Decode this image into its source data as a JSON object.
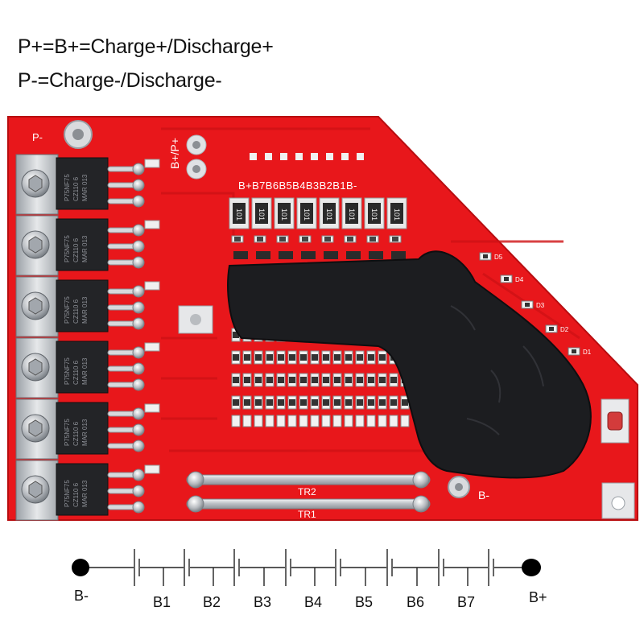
{
  "header": {
    "line1": "P+=B+=Charge+/Discharge+",
    "line2": "P-=Charge-/Discharge-"
  },
  "board": {
    "label_p_minus": "P-",
    "label_b_plus_p_plus": "B+/P+",
    "cell_header": "B+B7B6B5B4B3B2B1B-",
    "label_b_minus": "B-",
    "shunt_labels": [
      "TR2",
      "TR1"
    ],
    "resistor_marking": "101",
    "mosfet_marking": [
      "P75NF75",
      "CZ110 6",
      "MAR 013"
    ],
    "led_labels": [
      "D5",
      "D4",
      "D3",
      "D2",
      "D1"
    ],
    "colors": {
      "pcb": "#e8171b",
      "pcb_dark": "#c70f12",
      "silkscreen": "#ffffff",
      "potting": "#1c1d20",
      "metal": "#c9ccd0"
    }
  },
  "diagram": {
    "left_terminal": "B-",
    "right_terminal": "B+",
    "taps": [
      "B1",
      "B2",
      "B3",
      "B4",
      "B5",
      "B6",
      "B7"
    ]
  }
}
